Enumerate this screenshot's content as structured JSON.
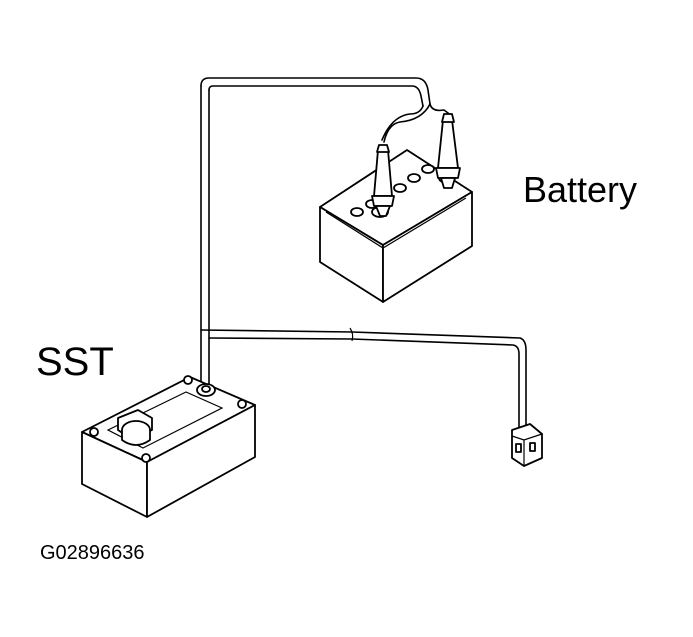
{
  "labels": {
    "battery": "Battery",
    "sst": "SST",
    "figure_id": "G02896636"
  }
}
